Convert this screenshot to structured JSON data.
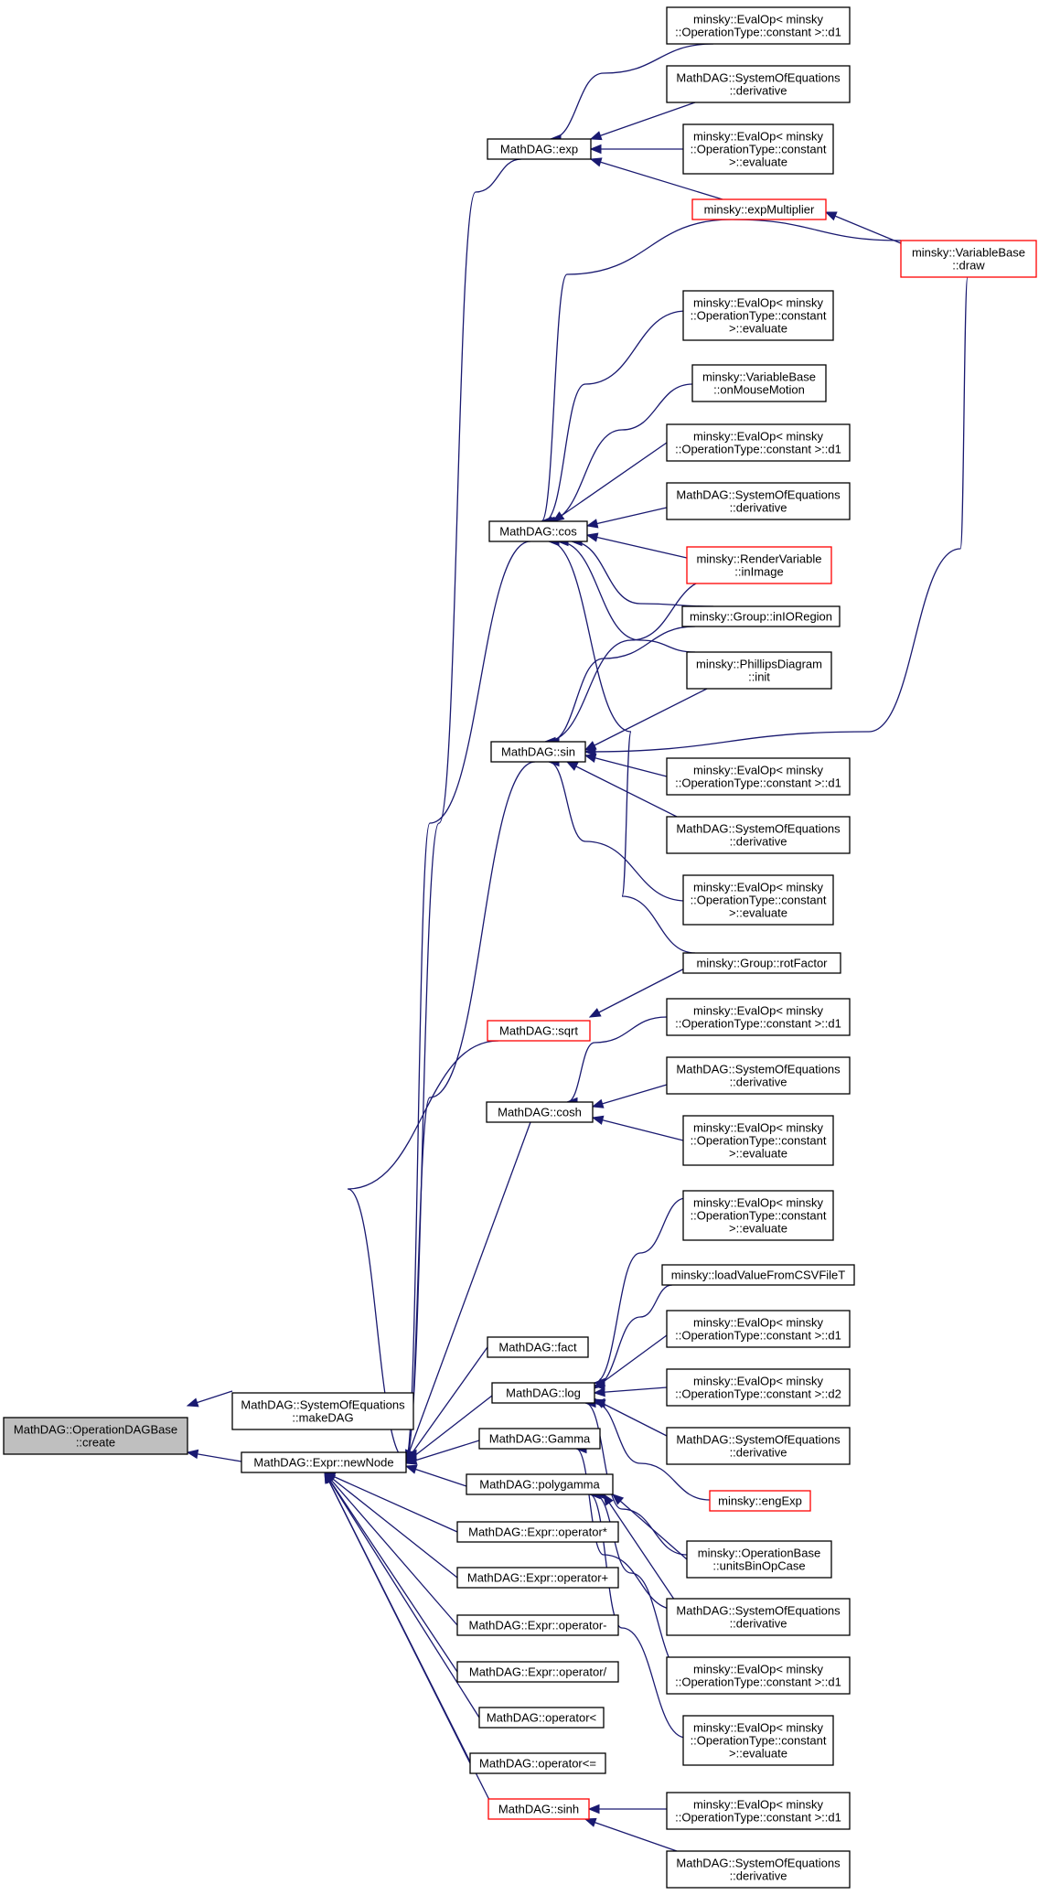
{
  "colors": {
    "edge": "#191970",
    "node_border": "#000000",
    "node_border_truncated": "#ff0000",
    "node_fill": "#ffffff",
    "root_fill": "#bfbfbf"
  },
  "nodes": [
    {
      "id": "n0",
      "lines": [
        "MathDAG::OperationDAGBase",
        "::create"
      ],
      "style": "root"
    },
    {
      "id": "n1",
      "lines": [
        "MathDAG::SystemOfEquations",
        "::makeDAG"
      ],
      "style": "normal"
    },
    {
      "id": "n2",
      "lines": [
        "MathDAG::Expr::newNode"
      ],
      "style": "normal"
    },
    {
      "id": "n3",
      "lines": [
        "MathDAG::exp"
      ],
      "style": "normal"
    },
    {
      "id": "n4",
      "lines": [
        "MathDAG::cos"
      ],
      "style": "normal"
    },
    {
      "id": "n5",
      "lines": [
        "MathDAG::sin"
      ],
      "style": "normal"
    },
    {
      "id": "n6",
      "lines": [
        "MathDAG::sqrt"
      ],
      "style": "red"
    },
    {
      "id": "n7",
      "lines": [
        "MathDAG::cosh"
      ],
      "style": "normal"
    },
    {
      "id": "n8",
      "lines": [
        "MathDAG::fact"
      ],
      "style": "normal"
    },
    {
      "id": "n9",
      "lines": [
        "MathDAG::log"
      ],
      "style": "normal"
    },
    {
      "id": "n10",
      "lines": [
        "MathDAG::Gamma"
      ],
      "style": "normal"
    },
    {
      "id": "n11",
      "lines": [
        "MathDAG::polygamma"
      ],
      "style": "normal"
    },
    {
      "id": "n12",
      "lines": [
        "MathDAG::Expr::operator*"
      ],
      "style": "normal"
    },
    {
      "id": "n13",
      "lines": [
        "MathDAG::Expr::operator+"
      ],
      "style": "normal"
    },
    {
      "id": "n14",
      "lines": [
        "MathDAG::Expr::operator-"
      ],
      "style": "normal"
    },
    {
      "id": "n15",
      "lines": [
        "MathDAG::Expr::operator/"
      ],
      "style": "normal"
    },
    {
      "id": "n16",
      "lines": [
        "MathDAG::operator<"
      ],
      "style": "normal"
    },
    {
      "id": "n17",
      "lines": [
        "MathDAG::operator<="
      ],
      "style": "normal"
    },
    {
      "id": "n18",
      "lines": [
        "MathDAG::sinh"
      ],
      "style": "red"
    },
    {
      "id": "e1",
      "lines": [
        "minsky::EvalOp< minsky",
        "::OperationType::constant >::d1"
      ],
      "style": "normal"
    },
    {
      "id": "e2",
      "lines": [
        "MathDAG::SystemOfEquations",
        "::derivative"
      ],
      "style": "normal"
    },
    {
      "id": "e3",
      "lines": [
        "minsky::EvalOp< minsky",
        "::OperationType::constant",
        ">::evaluate"
      ],
      "style": "normal"
    },
    {
      "id": "e4",
      "lines": [
        "minsky::expMultiplier"
      ],
      "style": "red"
    },
    {
      "id": "vb",
      "lines": [
        "minsky::VariableBase",
        "::draw"
      ],
      "style": "red"
    },
    {
      "id": "c1",
      "lines": [
        "minsky::EvalOp< minsky",
        "::OperationType::constant",
        ">::evaluate"
      ],
      "style": "normal"
    },
    {
      "id": "c2",
      "lines": [
        "minsky::VariableBase",
        "::onMouseMotion"
      ],
      "style": "normal"
    },
    {
      "id": "c3",
      "lines": [
        "minsky::EvalOp< minsky",
        "::OperationType::constant >::d1"
      ],
      "style": "normal"
    },
    {
      "id": "c4",
      "lines": [
        "MathDAG::SystemOfEquations",
        "::derivative"
      ],
      "style": "normal"
    },
    {
      "id": "c5",
      "lines": [
        "minsky::RenderVariable",
        "::inImage"
      ],
      "style": "red"
    },
    {
      "id": "c6",
      "lines": [
        "minsky::Group::inIORegion"
      ],
      "style": "normal"
    },
    {
      "id": "c7",
      "lines": [
        "minsky::PhillipsDiagram",
        "::init"
      ],
      "style": "normal"
    },
    {
      "id": "s1",
      "lines": [
        "minsky::EvalOp< minsky",
        "::OperationType::constant >::d1"
      ],
      "style": "normal"
    },
    {
      "id": "s2",
      "lines": [
        "MathDAG::SystemOfEquations",
        "::derivative"
      ],
      "style": "normal"
    },
    {
      "id": "s3",
      "lines": [
        "minsky::EvalOp< minsky",
        "::OperationType::constant",
        ">::evaluate"
      ],
      "style": "normal"
    },
    {
      "id": "rf",
      "lines": [
        "minsky::Group::rotFactor"
      ],
      "style": "normal"
    },
    {
      "id": "h1",
      "lines": [
        "minsky::EvalOp< minsky",
        "::OperationType::constant >::d1"
      ],
      "style": "normal"
    },
    {
      "id": "h2",
      "lines": [
        "MathDAG::SystemOfEquations",
        "::derivative"
      ],
      "style": "normal"
    },
    {
      "id": "h3",
      "lines": [
        "minsky::EvalOp< minsky",
        "::OperationType::constant",
        ">::evaluate"
      ],
      "style": "normal"
    },
    {
      "id": "l1",
      "lines": [
        "minsky::EvalOp< minsky",
        "::OperationType::constant",
        ">::evaluate"
      ],
      "style": "normal"
    },
    {
      "id": "l2",
      "lines": [
        "minsky::loadValueFromCSVFileT"
      ],
      "style": "normal"
    },
    {
      "id": "l3",
      "lines": [
        "minsky::EvalOp< minsky",
        "::OperationType::constant >::d1"
      ],
      "style": "normal"
    },
    {
      "id": "l4",
      "lines": [
        "minsky::EvalOp< minsky",
        "::OperationType::constant >::d2"
      ],
      "style": "normal"
    },
    {
      "id": "l5",
      "lines": [
        "MathDAG::SystemOfEquations",
        "::derivative"
      ],
      "style": "normal"
    },
    {
      "id": "l6",
      "lines": [
        "minsky::engExp"
      ],
      "style": "red"
    },
    {
      "id": "ob",
      "lines": [
        "minsky::OperationBase",
        "::unitsBinOpCase"
      ],
      "style": "normal"
    },
    {
      "id": "g2",
      "lines": [
        "MathDAG::SystemOfEquations",
        "::derivative"
      ],
      "style": "normal"
    },
    {
      "id": "g3",
      "lines": [
        "minsky::EvalOp< minsky",
        "::OperationType::constant >::d1"
      ],
      "style": "normal"
    },
    {
      "id": "g4",
      "lines": [
        "minsky::EvalOp< minsky",
        "::OperationType::constant",
        ">::evaluate"
      ],
      "style": "normal"
    },
    {
      "id": "sh1",
      "lines": [
        "minsky::EvalOp< minsky",
        "::OperationType::constant >::d1"
      ],
      "style": "normal"
    },
    {
      "id": "sh2",
      "lines": [
        "MathDAG::SystemOfEquations",
        "::derivative"
      ],
      "style": "normal"
    }
  ],
  "edges": [
    {
      "from": "n1",
      "to": "n0"
    },
    {
      "from": "n2",
      "to": "n0"
    },
    {
      "from": "n3",
      "to": "n2"
    },
    {
      "from": "n4",
      "to": "n2"
    },
    {
      "from": "n5",
      "to": "n2"
    },
    {
      "from": "n6",
      "to": "n2"
    },
    {
      "from": "n7",
      "to": "n2"
    },
    {
      "from": "n8",
      "to": "n2"
    },
    {
      "from": "n9",
      "to": "n2"
    },
    {
      "from": "n10",
      "to": "n2"
    },
    {
      "from": "n11",
      "to": "n2"
    },
    {
      "from": "n12",
      "to": "n2"
    },
    {
      "from": "n13",
      "to": "n2"
    },
    {
      "from": "n14",
      "to": "n2"
    },
    {
      "from": "n15",
      "to": "n2"
    },
    {
      "from": "n16",
      "to": "n2"
    },
    {
      "from": "n17",
      "to": "n2"
    },
    {
      "from": "n18",
      "to": "n2"
    },
    {
      "from": "e1",
      "to": "n3"
    },
    {
      "from": "e2",
      "to": "n3"
    },
    {
      "from": "e3",
      "to": "n3"
    },
    {
      "from": "e4",
      "to": "n3"
    },
    {
      "from": "vb",
      "to": "e4"
    },
    {
      "from": "vb",
      "to": "n4"
    },
    {
      "from": "c1",
      "to": "n4"
    },
    {
      "from": "c2",
      "to": "n4"
    },
    {
      "from": "c3",
      "to": "n4"
    },
    {
      "from": "c4",
      "to": "n4"
    },
    {
      "from": "c5",
      "to": "n4"
    },
    {
      "from": "c6",
      "to": "n4"
    },
    {
      "from": "c7",
      "to": "n4"
    },
    {
      "from": "rf",
      "to": "n4"
    },
    {
      "from": "vb",
      "to": "n5"
    },
    {
      "from": "c5",
      "to": "n5"
    },
    {
      "from": "c6",
      "to": "n5"
    },
    {
      "from": "c7",
      "to": "n5"
    },
    {
      "from": "s1",
      "to": "n5"
    },
    {
      "from": "s2",
      "to": "n5"
    },
    {
      "from": "s3",
      "to": "n5"
    },
    {
      "from": "rf",
      "to": "n6"
    },
    {
      "from": "h1",
      "to": "n7"
    },
    {
      "from": "h2",
      "to": "n7"
    },
    {
      "from": "h3",
      "to": "n7"
    },
    {
      "from": "l1",
      "to": "n9"
    },
    {
      "from": "l2",
      "to": "n9"
    },
    {
      "from": "l3",
      "to": "n9"
    },
    {
      "from": "l4",
      "to": "n9"
    },
    {
      "from": "l5",
      "to": "n9"
    },
    {
      "from": "l6",
      "to": "n9"
    },
    {
      "from": "ob",
      "to": "n9"
    },
    {
      "from": "g2",
      "to": "n10"
    },
    {
      "from": "ob",
      "to": "n11"
    },
    {
      "from": "g2",
      "to": "n11"
    },
    {
      "from": "g3",
      "to": "n11"
    },
    {
      "from": "g4",
      "to": "n11"
    },
    {
      "from": "sh1",
      "to": "n18"
    },
    {
      "from": "sh2",
      "to": "n18"
    }
  ]
}
